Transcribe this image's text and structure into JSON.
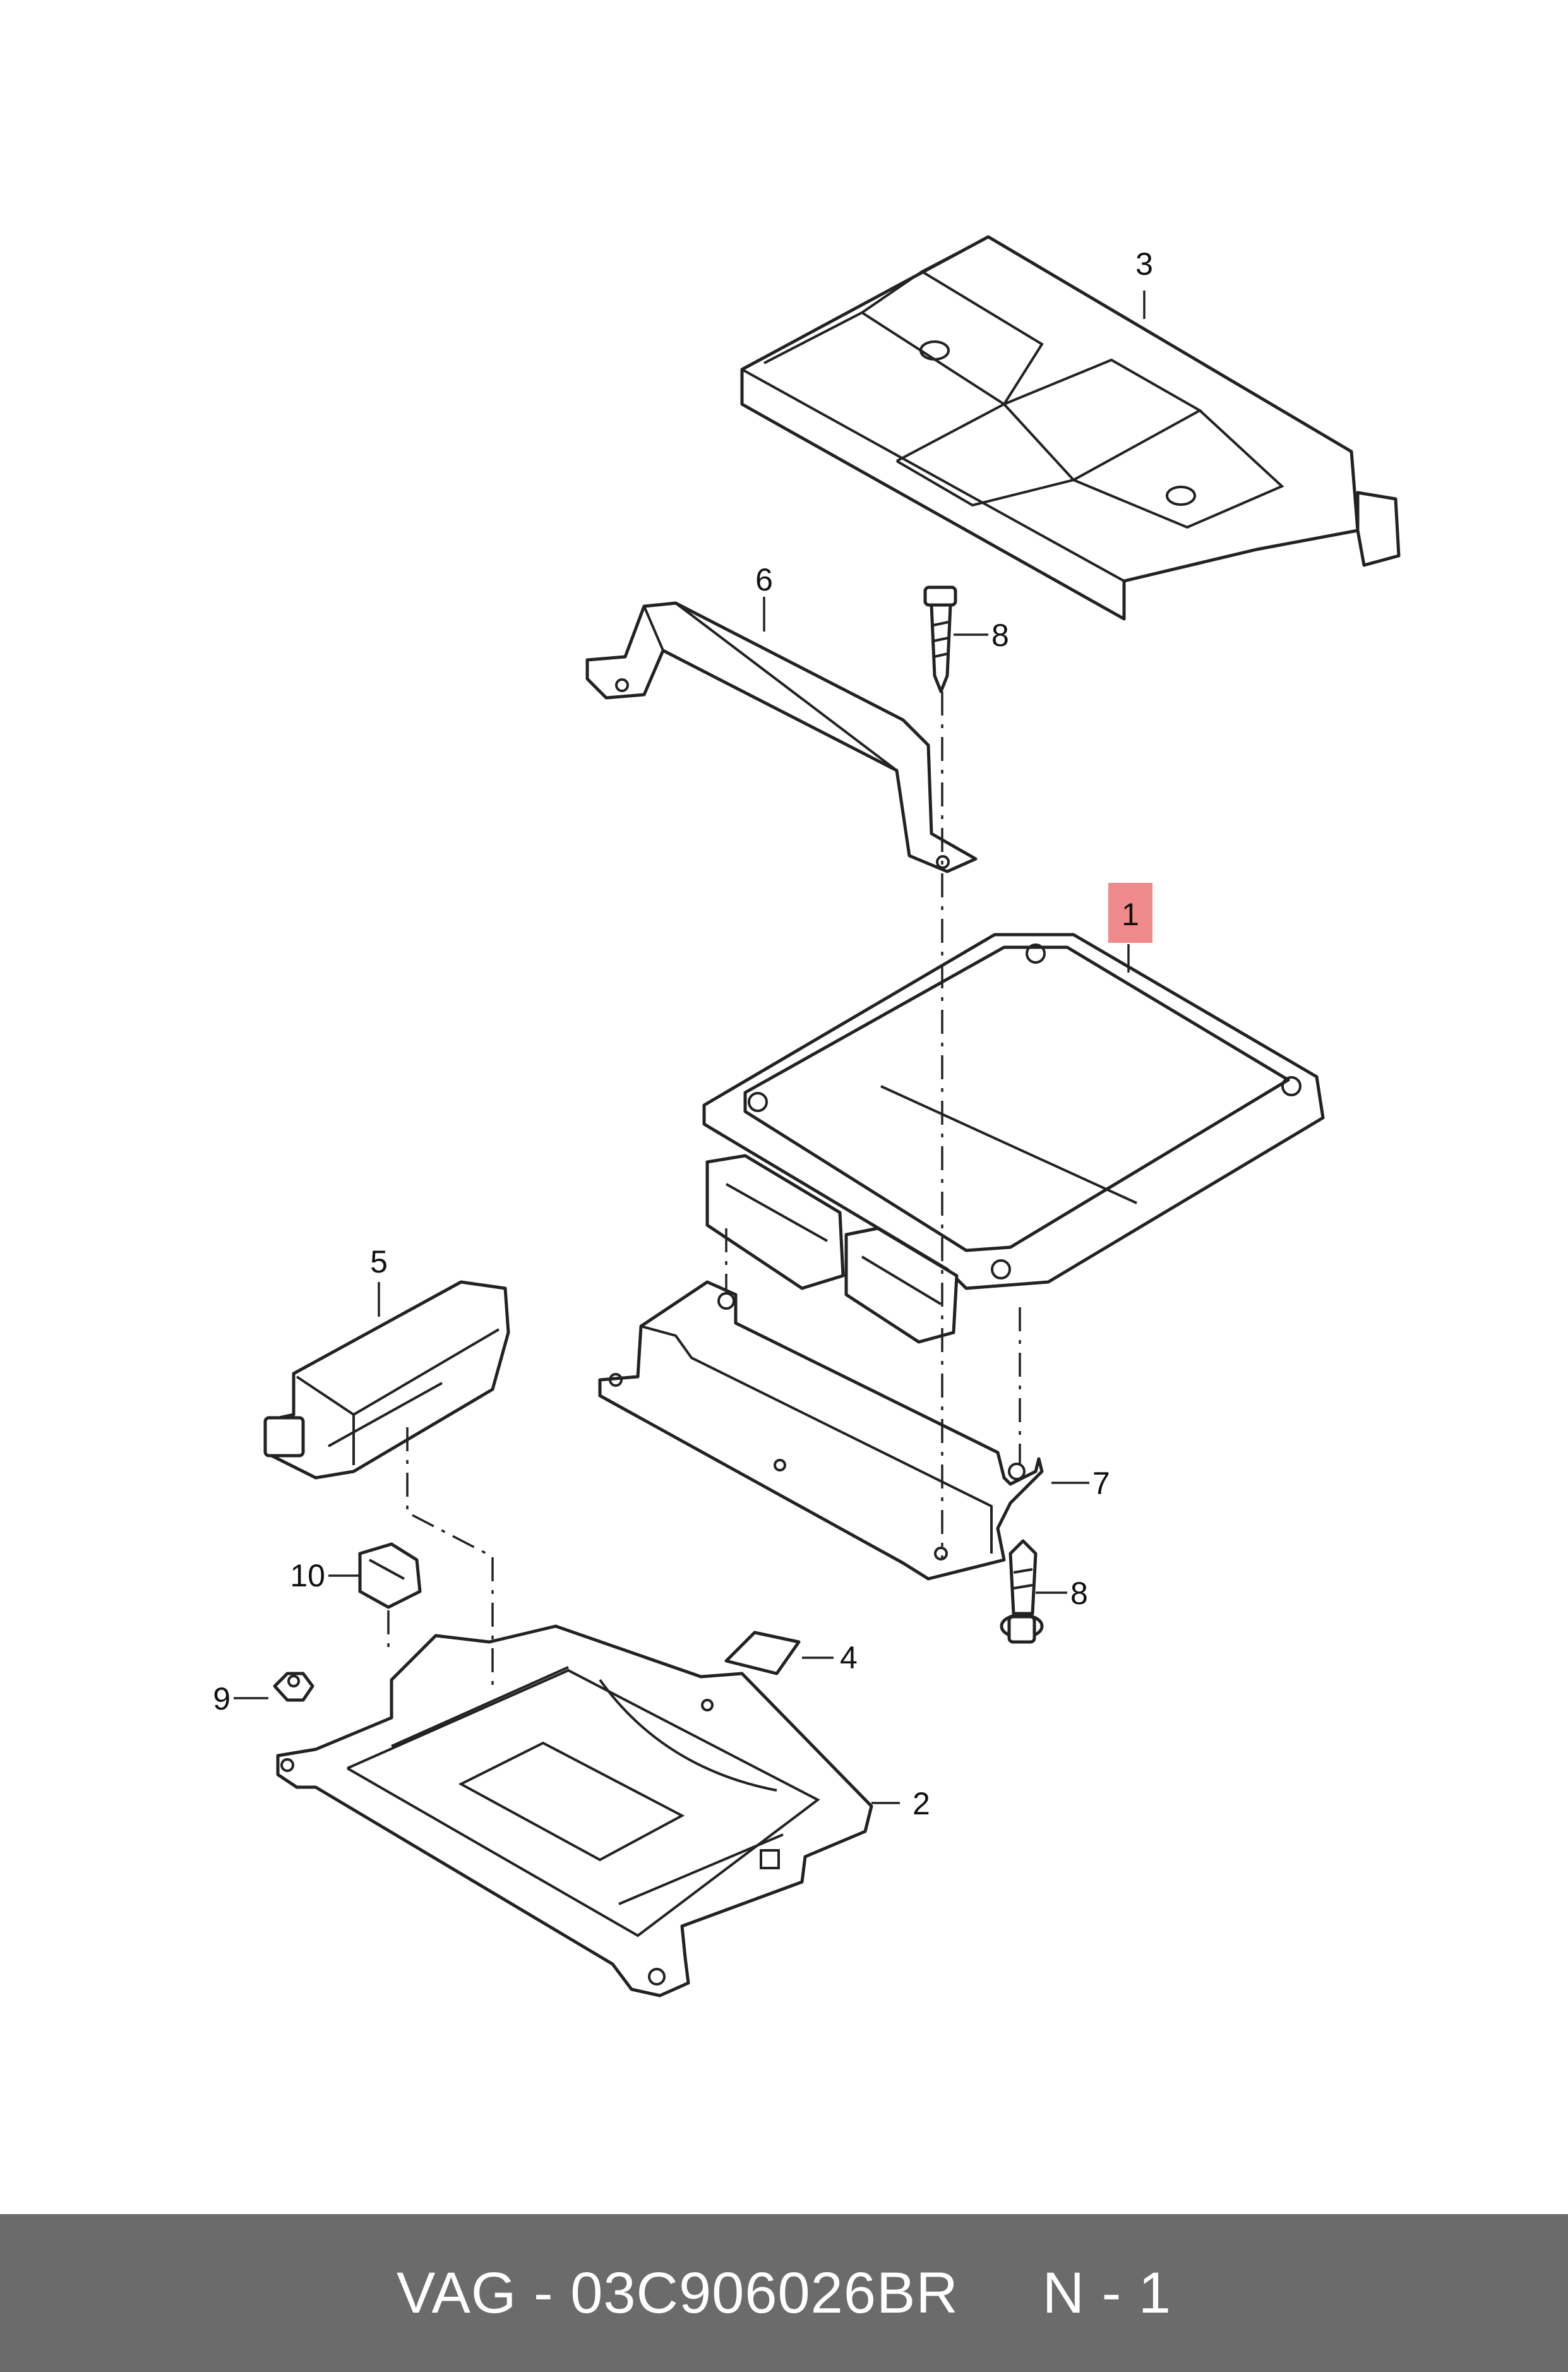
{
  "callouts": {
    "c1": "1",
    "c2": "2",
    "c3": "3",
    "c4": "4",
    "c5": "5",
    "c6": "6",
    "c7": "7",
    "c8_top": "8",
    "c8_bottom": "8",
    "c9": "9",
    "c10": "10"
  },
  "highlight_color": "#f08a8a",
  "footer": {
    "part_text": "VAG - 03C906026BR",
    "qty_text": "N - 1",
    "background": "#6b6b6b"
  }
}
